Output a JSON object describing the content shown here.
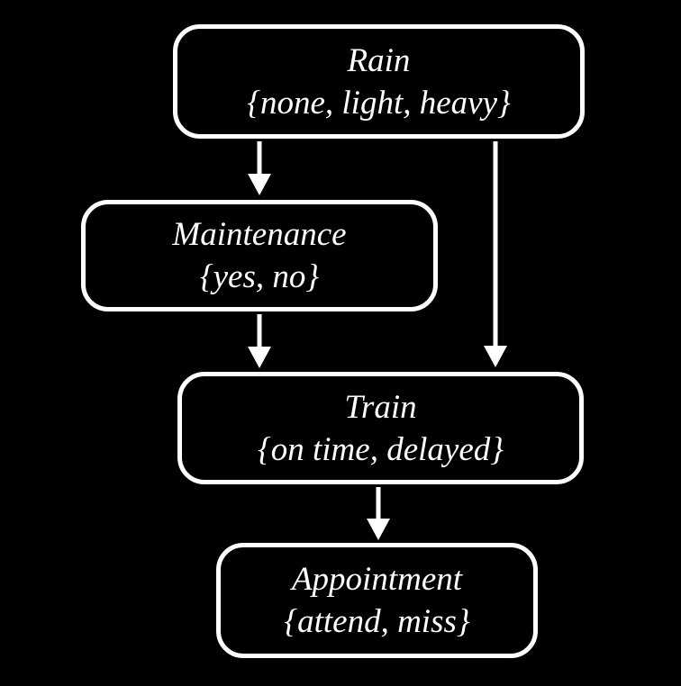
{
  "diagram": {
    "background_color": "#000000",
    "node_border_color": "#ffffff",
    "text_color": "#ffffff",
    "arrow_color": "#ffffff",
    "nodes": {
      "rain": {
        "label": "Rain",
        "values": "{none, light, heavy}"
      },
      "maintenance": {
        "label": "Maintenance",
        "values": "{yes, no}"
      },
      "train": {
        "label": "Train",
        "values": "{on time, delayed}"
      },
      "appointment": {
        "label": "Appointment",
        "values": "{attend, miss}"
      }
    },
    "edges": [
      {
        "from": "rain",
        "to": "maintenance"
      },
      {
        "from": "rain",
        "to": "train"
      },
      {
        "from": "maintenance",
        "to": "train"
      },
      {
        "from": "train",
        "to": "appointment"
      }
    ]
  }
}
